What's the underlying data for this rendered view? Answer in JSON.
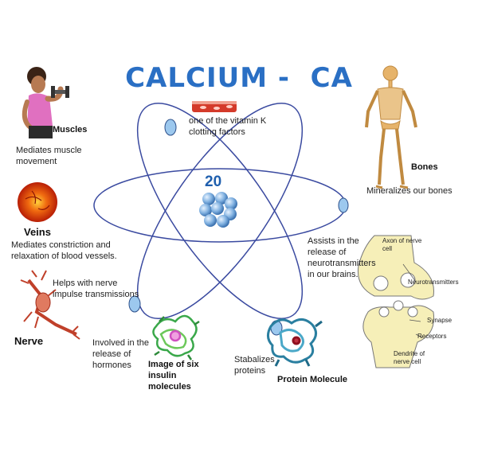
{
  "title": "CALCIUM -  CA",
  "atomic_number": "20",
  "items": {
    "muscles": {
      "name": "Muscles",
      "desc": "Mediates muscle movement"
    },
    "veins": {
      "name": "Veins",
      "desc": "Mediates constriction and relaxation of blood vessels."
    },
    "nerve": {
      "name": "Nerve",
      "desc": "Helps with nerve impulse transmissions"
    },
    "bones": {
      "name": "Bones",
      "desc": "Mineralizes our bones"
    },
    "vitamin_k": {
      "desc": "one of the vitamin K clotting factors"
    },
    "neuro": {
      "desc": "Assists in the release of neurotransmitters in our brains."
    },
    "hormones": {
      "desc": "Involved in the release of hormones"
    },
    "insulin": {
      "name": "Image of six insulin molecules"
    },
    "protein": {
      "name": "Protein Molecule",
      "desc": "Stabalizes proteins"
    }
  },
  "synapse_labels": {
    "axon": "Axon of nerve cell",
    "neurotransmitters": "Neurotransmitters",
    "synapse": "Synapse",
    "receptors": "Receptors",
    "dendrite": "Dendrite of nerve cell"
  },
  "colors": {
    "title": "#2a6fc4",
    "orbit": "#3a4aa0",
    "electron": "#9cc8ee",
    "nucleus": "#7fb0e0"
  }
}
